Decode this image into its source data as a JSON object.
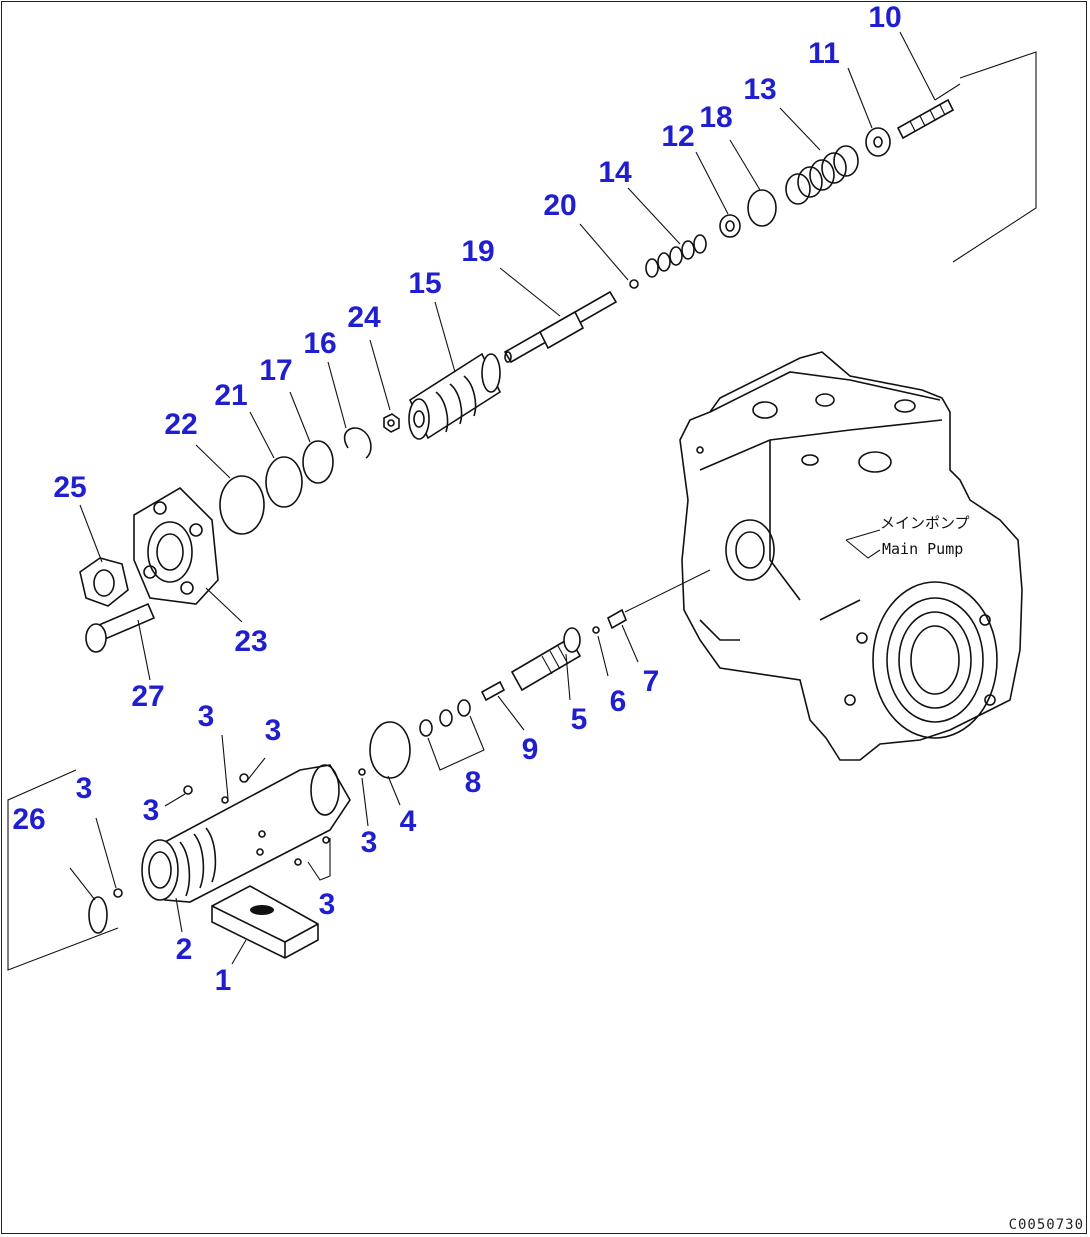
{
  "diagram": {
    "callouts": [
      {
        "id": "10",
        "text": "10"
      },
      {
        "id": "11",
        "text": "11"
      },
      {
        "id": "13",
        "text": "13"
      },
      {
        "id": "12",
        "text": "12"
      },
      {
        "id": "18",
        "text": "18"
      },
      {
        "id": "14",
        "text": "14"
      },
      {
        "id": "20",
        "text": "20"
      },
      {
        "id": "19",
        "text": "19"
      },
      {
        "id": "15",
        "text": "15"
      },
      {
        "id": "24",
        "text": "24"
      },
      {
        "id": "16",
        "text": "16"
      },
      {
        "id": "17",
        "text": "17"
      },
      {
        "id": "21",
        "text": "21"
      },
      {
        "id": "22",
        "text": "22"
      },
      {
        "id": "25",
        "text": "25"
      },
      {
        "id": "23",
        "text": "23"
      },
      {
        "id": "27",
        "text": "27"
      },
      {
        "id": "7",
        "text": "7"
      },
      {
        "id": "6",
        "text": "6"
      },
      {
        "id": "5",
        "text": "5"
      },
      {
        "id": "9",
        "text": "9"
      },
      {
        "id": "8",
        "text": "8"
      },
      {
        "id": "4",
        "text": "4"
      },
      {
        "id": "3a",
        "text": "3"
      },
      {
        "id": "3b",
        "text": "3"
      },
      {
        "id": "3c",
        "text": "3"
      },
      {
        "id": "3d",
        "text": "3"
      },
      {
        "id": "3e",
        "text": "3"
      },
      {
        "id": "3f",
        "text": "3"
      },
      {
        "id": "26",
        "text": "26"
      },
      {
        "id": "2",
        "text": "2"
      },
      {
        "id": "1",
        "text": "1"
      }
    ],
    "pump_label_jp": "メインポンプ",
    "pump_label_en": "Main Pump",
    "drawing_code": "C0050730"
  }
}
